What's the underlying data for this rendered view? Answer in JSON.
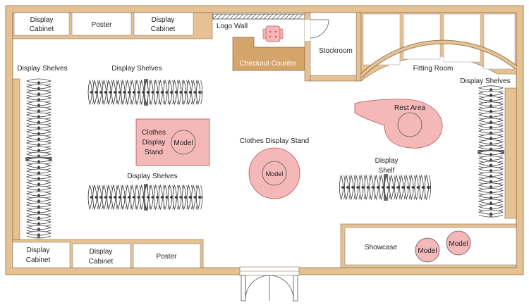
{
  "labels": {
    "cabinet_tl1": [
      "Display",
      "Cabinet"
    ],
    "poster_top": "Poster",
    "cabinet_tl2": [
      "Display",
      "Cabinet"
    ],
    "logo_wall": "Logo Wall",
    "checkout_counter": "Checkout Counter",
    "stockroom": "Stockroom",
    "fitting_room": "Fitting Room",
    "shelves_left": "Display Shelves",
    "shelves_top_middle": "Display Shelves",
    "shelves_right": "Display Shelves",
    "shelves_bottom_middle": "Display Shelves",
    "stand_left": [
      "Clothes",
      "Display",
      "Stand"
    ],
    "model": "Model",
    "stand_center": "Clothes Display Stand",
    "rest_area": "Rest Area",
    "display_shelf": [
      "Display",
      "Shelf"
    ],
    "cabinet_bl1": [
      "Display",
      "Cabinet"
    ],
    "cabinet_bl2": [
      "Display",
      "Cabinet"
    ],
    "poster_bottom": "Poster",
    "showcase": "Showcase"
  },
  "colors": {
    "wall": "#e6c293",
    "wall_stroke": "#8a6a45",
    "counter": "#d4a46a",
    "pink": "#f4b8b8",
    "dark_pink": "#d94f5c",
    "rack": "#777777"
  }
}
